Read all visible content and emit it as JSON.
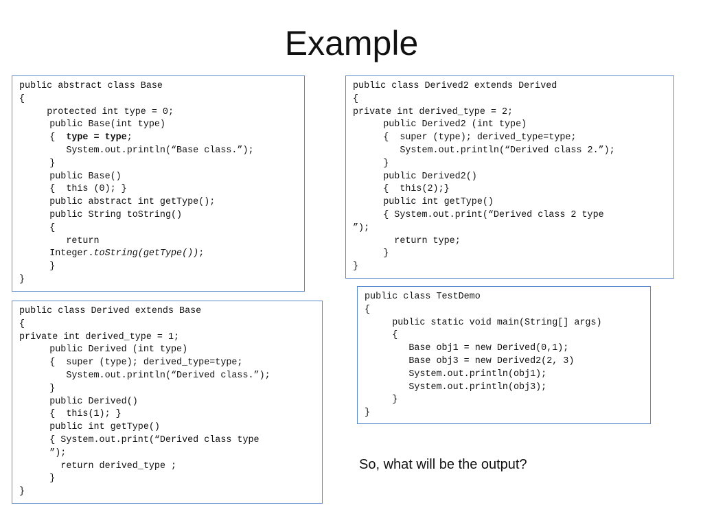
{
  "slide": {
    "title": "Example",
    "question": "So, what will be the output?"
  },
  "boxes": [
    {
      "id": "box-base",
      "name": "code-box-base-class",
      "lines": [
        {
          "indent": 0,
          "parts": [
            {
              "t": "public abstract class Base"
            }
          ]
        },
        {
          "indent": 0,
          "parts": [
            {
              "t": "{"
            }
          ]
        },
        {
          "indent": 5,
          "parts": [
            {
              "t": "protected int type = 0;"
            }
          ]
        },
        {
          "indent": 5.5,
          "parts": [
            {
              "t": "public Base(int type)"
            }
          ]
        },
        {
          "indent": 5.5,
          "parts": [
            {
              "t": "{  "
            },
            {
              "t": "type = type",
              "s": "b"
            },
            {
              "t": ";"
            }
          ]
        },
        {
          "indent": 8.5,
          "parts": [
            {
              "t": "System.out.println(“Base class.”);"
            }
          ]
        },
        {
          "indent": 5.5,
          "parts": [
            {
              "t": "}"
            }
          ]
        },
        {
          "indent": 5.5,
          "parts": [
            {
              "t": "public Base()"
            }
          ]
        },
        {
          "indent": 5.5,
          "parts": [
            {
              "t": "{  this (0); }"
            }
          ]
        },
        {
          "indent": 5.5,
          "parts": [
            {
              "t": "public abstract int getType();"
            }
          ]
        },
        {
          "indent": 5.5,
          "parts": [
            {
              "t": "public String toString()"
            }
          ]
        },
        {
          "indent": 5.5,
          "parts": [
            {
              "t": "{"
            }
          ]
        },
        {
          "indent": 8.5,
          "parts": [
            {
              "t": "return"
            }
          ]
        },
        {
          "indent": 5.5,
          "parts": [
            {
              "t": "Integer."
            },
            {
              "t": "toString(getType())",
              "s": "i"
            },
            {
              "t": ";"
            }
          ]
        },
        {
          "indent": 5.5,
          "parts": [
            {
              "t": "}"
            }
          ]
        },
        {
          "indent": 0,
          "parts": [
            {
              "t": "}"
            }
          ]
        }
      ]
    },
    {
      "id": "box-derived2",
      "name": "code-box-derived2-class",
      "lines": [
        {
          "indent": 0,
          "parts": [
            {
              "t": "public class Derived2 extends Derived"
            }
          ]
        },
        {
          "indent": 0,
          "parts": [
            {
              "t": "{"
            }
          ]
        },
        {
          "indent": 0,
          "parts": [
            {
              "t": "private int derived_type = 2;"
            }
          ]
        },
        {
          "indent": 5.5,
          "parts": [
            {
              "t": "public Derived2 (int type)"
            }
          ]
        },
        {
          "indent": 5.5,
          "parts": [
            {
              "t": "{  super (type); derived_type=type;"
            }
          ]
        },
        {
          "indent": 8.5,
          "parts": [
            {
              "t": "System.out.println(“Derived class 2.”);"
            }
          ]
        },
        {
          "indent": 5.5,
          "parts": [
            {
              "t": "}"
            }
          ]
        },
        {
          "indent": 5.5,
          "parts": [
            {
              "t": "public Derived2()"
            }
          ]
        },
        {
          "indent": 5.5,
          "parts": [
            {
              "t": "{  this(2);}"
            }
          ]
        },
        {
          "indent": 5.5,
          "parts": [
            {
              "t": "public int getType()"
            }
          ]
        },
        {
          "indent": 5.5,
          "parts": [
            {
              "t": "{ System.out.print(“Derived class 2 type"
            }
          ]
        },
        {
          "indent": 0,
          "parts": [
            {
              "t": "”);"
            }
          ]
        },
        {
          "indent": 7.5,
          "parts": [
            {
              "t": "return type;"
            }
          ]
        },
        {
          "indent": 5.5,
          "parts": [
            {
              "t": "}"
            }
          ]
        },
        {
          "indent": 0,
          "parts": [
            {
              "t": "}"
            }
          ]
        }
      ]
    },
    {
      "id": "box-derived",
      "name": "code-box-derived-class",
      "lines": [
        {
          "indent": 0,
          "parts": [
            {
              "t": "public class Derived extends Base"
            }
          ]
        },
        {
          "indent": 0,
          "parts": [
            {
              "t": "{"
            }
          ]
        },
        {
          "indent": 0,
          "parts": [
            {
              "t": "private int derived_type = 1;"
            }
          ]
        },
        {
          "indent": 5.5,
          "parts": [
            {
              "t": "public Derived (int type)"
            }
          ]
        },
        {
          "indent": 5.5,
          "parts": [
            {
              "t": "{  super (type); derived_type=type;"
            }
          ]
        },
        {
          "indent": 8.5,
          "parts": [
            {
              "t": "System.out.println(“Derived class.”);"
            }
          ]
        },
        {
          "indent": 5.5,
          "parts": [
            {
              "t": "}"
            }
          ]
        },
        {
          "indent": 5.5,
          "parts": [
            {
              "t": "public Derived()"
            }
          ]
        },
        {
          "indent": 5.5,
          "parts": [
            {
              "t": "{  this(1); }"
            }
          ]
        },
        {
          "indent": 5.5,
          "parts": [
            {
              "t": "public int getType()"
            }
          ]
        },
        {
          "indent": 5.5,
          "parts": [
            {
              "t": "{ System.out.print(“Derived class type"
            }
          ]
        },
        {
          "indent": 5.5,
          "parts": [
            {
              "t": "”);"
            }
          ]
        },
        {
          "indent": 7.5,
          "parts": [
            {
              "t": "return derived_type ;"
            }
          ]
        },
        {
          "indent": 5.5,
          "parts": [
            {
              "t": "}"
            }
          ]
        },
        {
          "indent": 0,
          "parts": [
            {
              "t": "}"
            }
          ]
        }
      ]
    },
    {
      "id": "box-testdemo",
      "name": "code-box-testdemo-class",
      "lines": [
        {
          "indent": 0,
          "parts": [
            {
              "t": "public class TestDemo"
            }
          ]
        },
        {
          "indent": 0,
          "parts": [
            {
              "t": "{"
            }
          ]
        },
        {
          "indent": 5,
          "parts": [
            {
              "t": "public static void main(String[] args)"
            }
          ]
        },
        {
          "indent": 5,
          "parts": [
            {
              "t": "{"
            }
          ]
        },
        {
          "indent": 8,
          "parts": [
            {
              "t": "Base obj1 = new Derived(0,1);"
            }
          ]
        },
        {
          "indent": 8,
          "parts": [
            {
              "t": "Base obj3 = new Derived2(2, 3)"
            }
          ]
        },
        {
          "indent": 8,
          "parts": [
            {
              "t": "System.out.println(obj1);"
            }
          ]
        },
        {
          "indent": 8,
          "parts": [
            {
              "t": "System.out.println(obj3);"
            }
          ]
        },
        {
          "indent": 5,
          "parts": [
            {
              "t": "}"
            }
          ]
        },
        {
          "indent": 0,
          "parts": [
            {
              "t": "}"
            }
          ]
        }
      ]
    }
  ]
}
